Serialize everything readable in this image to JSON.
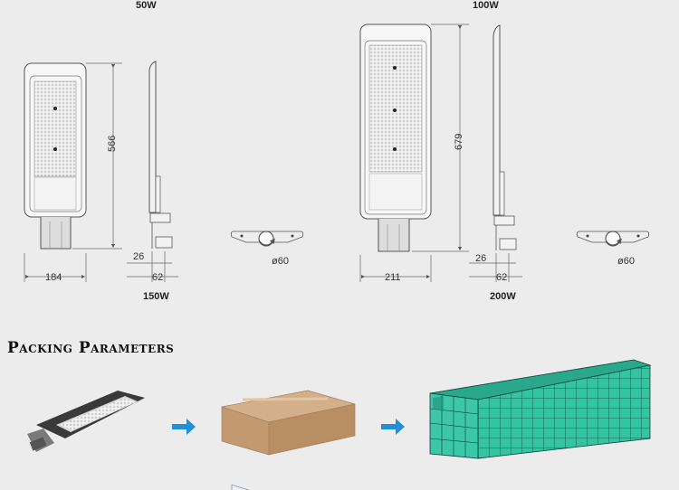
{
  "wattage_labels": {
    "top_left": "50W",
    "top_right": "100W",
    "bottom_left": "150W",
    "bottom_right": "200W"
  },
  "left_dimensions": {
    "height": "566",
    "width": "184",
    "side_offset": "26",
    "side_width": "62",
    "bracket_diameter": "ø60"
  },
  "right_dimensions": {
    "height": "679",
    "width": "211",
    "side_offset": "26",
    "side_width": "62",
    "bracket_diameter": "ø60"
  },
  "packing": {
    "title": "Packing Parameters"
  },
  "colors": {
    "box_cardboard": "#c9a37b",
    "container_fill": "#2fb89a",
    "arrow": "#1f8fd6"
  }
}
